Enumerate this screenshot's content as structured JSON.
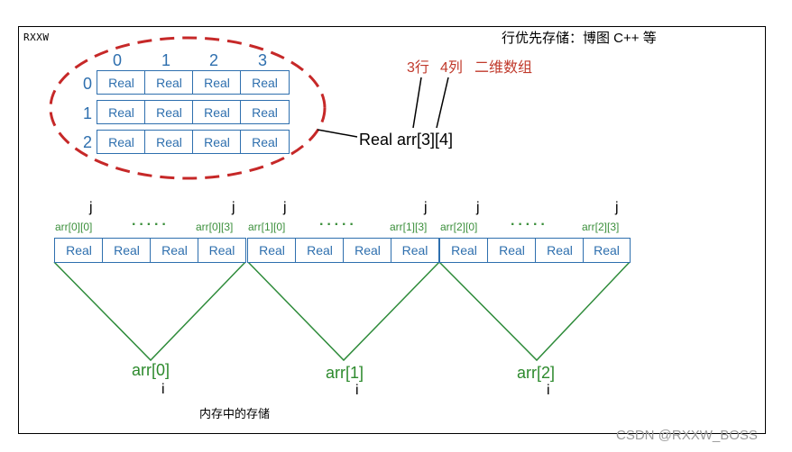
{
  "brand": "RXXW",
  "title": "行优先存储：博图 C++ 等",
  "cell_label": "Real",
  "matrix": {
    "col_indices": [
      "0",
      "1",
      "2",
      "3"
    ],
    "row_indices": [
      "0",
      "1",
      "2"
    ]
  },
  "annotation": {
    "rows": "3行",
    "cols": "4列",
    "kind": "二维数组"
  },
  "declaration": "Real arr[3][4]",
  "memory": {
    "groups": [
      {
        "start_label": "arr[0][0]",
        "end_label": "arr[0][3]",
        "row_label": "arr[0]"
      },
      {
        "start_label": "arr[1][0]",
        "end_label": "arr[1][3]",
        "row_label": "arr[1]"
      },
      {
        "start_label": "arr[2][0]",
        "end_label": "arr[2][3]",
        "row_label": "arr[2]"
      }
    ],
    "j_marker": "j",
    "i_marker": "i",
    "ellipsis": "·····"
  },
  "caption": "内存中的存储",
  "watermark": "CSDN @RXXW_BOSS"
}
